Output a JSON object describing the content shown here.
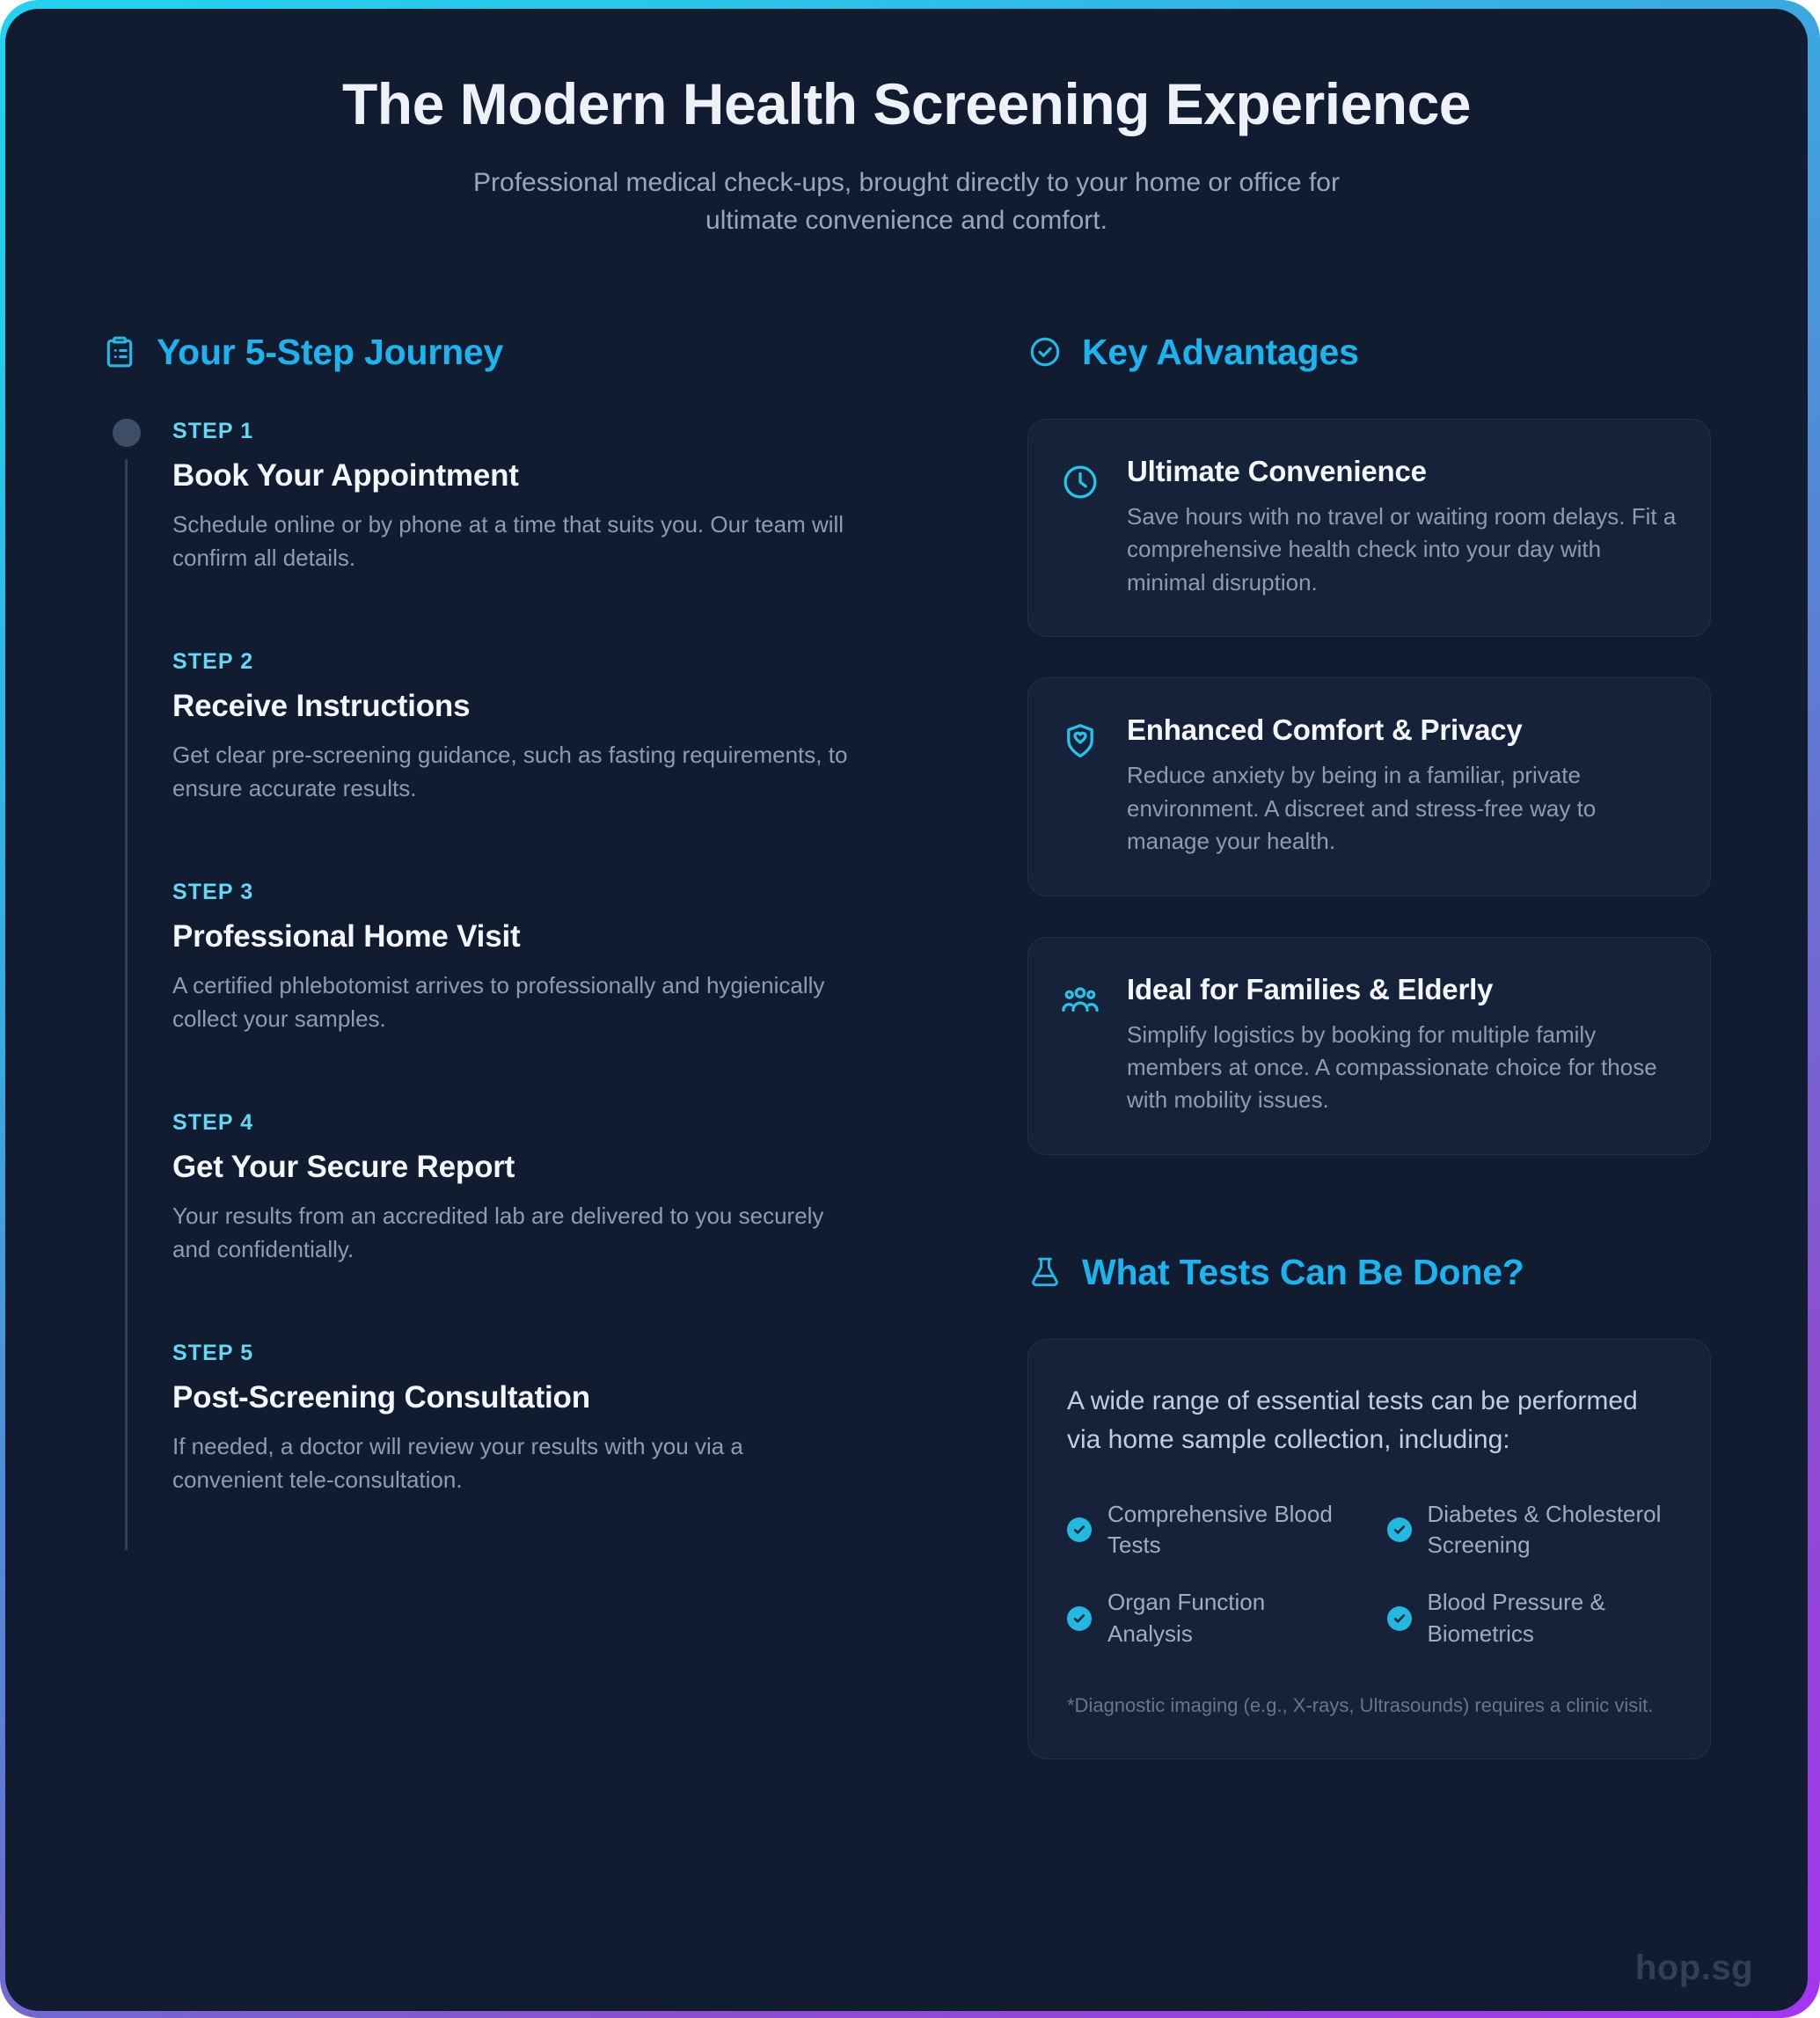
{
  "hero": {
    "title": "The Modern Health Screening Experience",
    "subtitle": "Professional medical check-ups, brought directly to your home or office for ultimate convenience and comfort."
  },
  "journey": {
    "heading": "Your 5-Step Journey",
    "icon": "clipboard-list-icon",
    "steps": [
      {
        "label": "STEP 1",
        "title": "Book Your Appointment",
        "desc": "Schedule online or by phone at a time that suits you. Our team will confirm all details."
      },
      {
        "label": "STEP 2",
        "title": "Receive Instructions",
        "desc": "Get clear pre-screening guidance, such as fasting requirements, to ensure accurate results."
      },
      {
        "label": "STEP 3",
        "title": "Professional Home Visit",
        "desc": "A certified phlebotomist arrives to professionally and hygienically collect your samples."
      },
      {
        "label": "STEP 4",
        "title": "Get Your Secure Report",
        "desc": "Your results from an accredited lab are delivered to you securely and confidentially."
      },
      {
        "label": "STEP 5",
        "title": "Post-Screening Consultation",
        "desc": "If needed, a doctor will review your results with you via a convenient tele-consultation."
      }
    ]
  },
  "advantages": {
    "heading": "Key Advantages",
    "icon": "circle-check-icon",
    "cards": [
      {
        "icon": "clock-icon",
        "title": "Ultimate Convenience",
        "desc": "Save hours with no travel or waiting room delays. Fit a comprehensive health check into your day with minimal disruption."
      },
      {
        "icon": "shield-heart-icon",
        "title": "Enhanced Comfort & Privacy",
        "desc": "Reduce anxiety by being in a familiar, private environment. A discreet and stress-free way to manage your health."
      },
      {
        "icon": "users-group-icon",
        "title": "Ideal for Families & Elderly",
        "desc": "Simplify logistics by booking for multiple family members at once. A compassionate choice for those with mobility issues."
      }
    ]
  },
  "tests": {
    "heading": "What Tests Can Be Done?",
    "icon": "flask-icon",
    "intro": "A wide range of essential tests can be performed via home sample collection, including:",
    "items": [
      "Comprehensive Blood Tests",
      "Diabetes & Cholesterol Screening",
      "Organ Function Analysis",
      "Blood Pressure & Biometrics"
    ],
    "note": "*Diagnostic imaging (e.g., X-rays, Ultrasounds) requires a clinic visit."
  },
  "watermark": "hop.sg",
  "colors": {
    "accent": "#1bb4ef",
    "step_label": "#5fd9f5",
    "icon_cyan": "#22c6ea",
    "panel_bg": "#111c30",
    "card_bg": "#16213a",
    "card_border": "#22304c",
    "border_start": "#22d3ee",
    "border_end": "#a435ef"
  }
}
